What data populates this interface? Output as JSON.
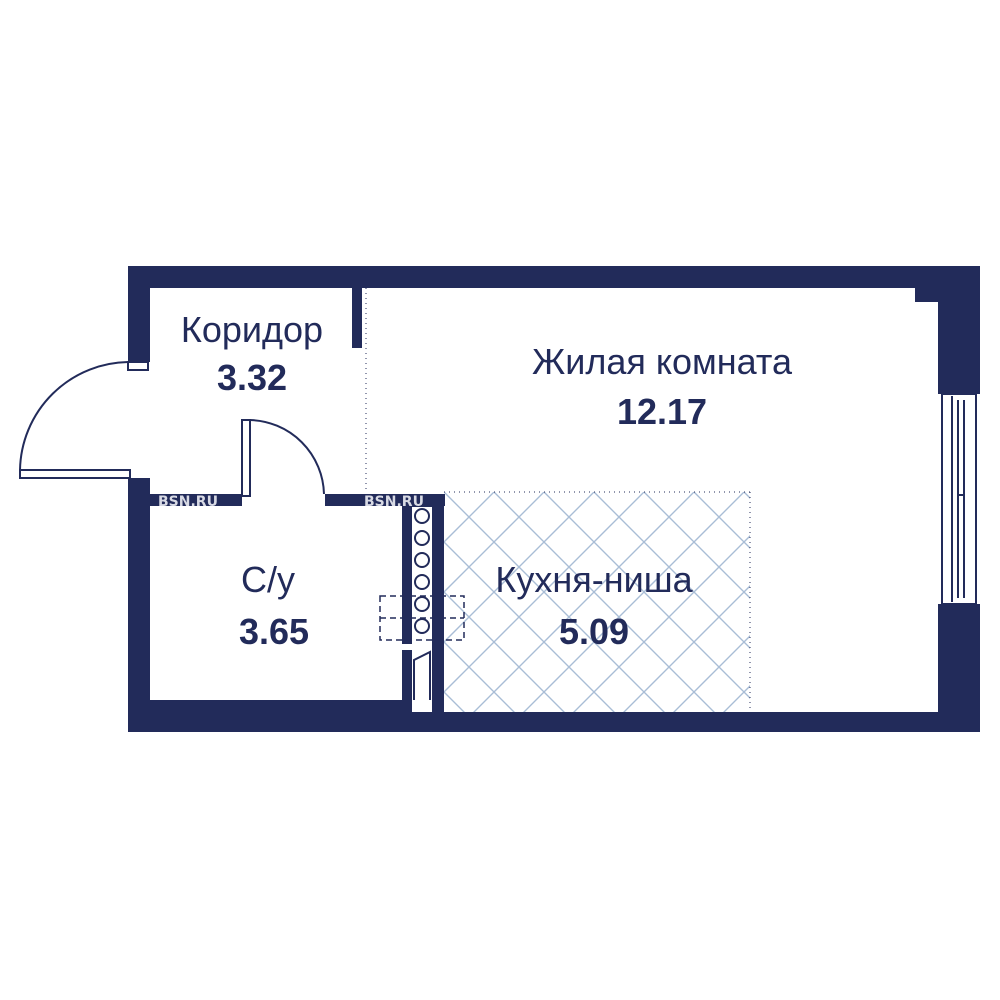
{
  "colors": {
    "wall": "#222b5a",
    "hatch": "#a9bdd6",
    "background": "#ffffff"
  },
  "rooms": {
    "corridor": {
      "label": "Коридор",
      "area": "3.32"
    },
    "living": {
      "label": "Жилая комната",
      "area": "12.17"
    },
    "bathroom": {
      "label": "С/у",
      "area": "3.65"
    },
    "kitchen": {
      "label": "Кухня-ниша",
      "area": "5.09"
    }
  },
  "watermark": {
    "text": "BSN.RU"
  }
}
